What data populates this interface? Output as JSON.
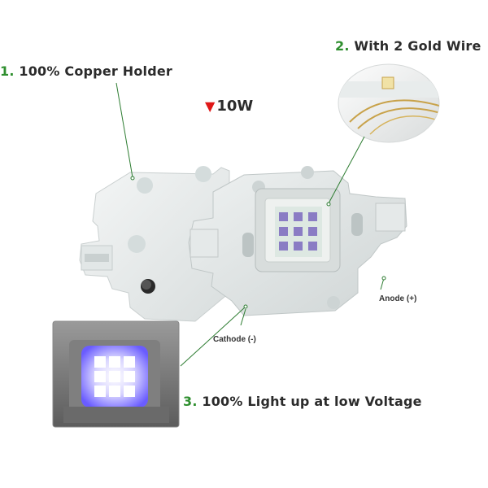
{
  "labels": {
    "copper": {
      "num": "1.",
      "text": " 100% Copper Holder"
    },
    "gold": {
      "num": "2.",
      "text": " With 2 Gold Wire"
    },
    "light": {
      "num": "3.",
      "text": " 100% Light up at low Voltage"
    },
    "power": {
      "marker": "▼",
      "text": "10W"
    },
    "anode": "Anode (+)",
    "cathode": "Cathode (-)"
  },
  "colors": {
    "label_number": "#2f8f2f",
    "leader_line": "#2e7d32",
    "power_marker": "#e01818",
    "uv_glow": "#6a5cff"
  }
}
